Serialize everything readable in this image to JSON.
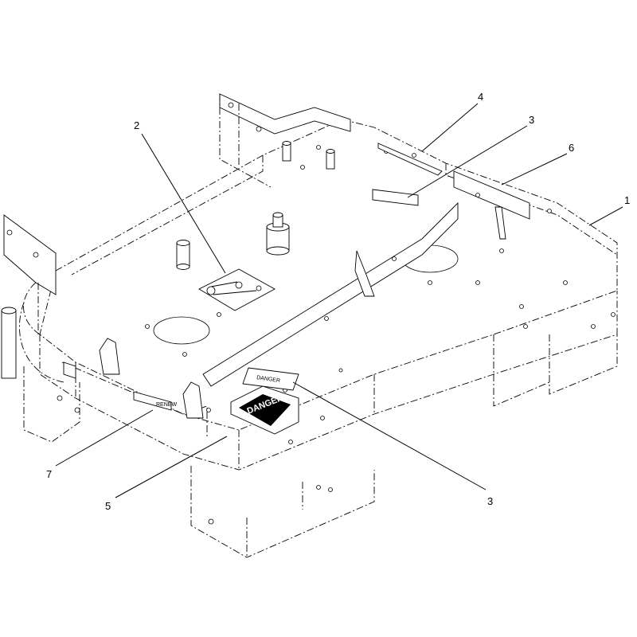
{
  "diagram": {
    "callouts": [
      {
        "id": "c1",
        "label": "1"
      },
      {
        "id": "c2",
        "label": "2"
      },
      {
        "id": "c3a",
        "label": "3"
      },
      {
        "id": "c3b",
        "label": "3"
      },
      {
        "id": "c4",
        "label": "4"
      },
      {
        "id": "c5",
        "label": "5"
      },
      {
        "id": "c6",
        "label": "6"
      },
      {
        "id": "c7",
        "label": "7"
      }
    ],
    "decals": {
      "danger_large": "DANGER",
      "danger_small": "DANGER"
    }
  }
}
